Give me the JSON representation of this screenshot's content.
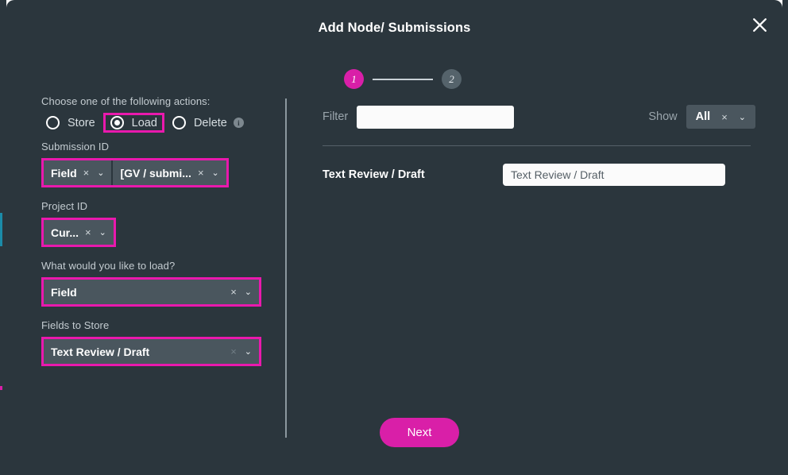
{
  "modal": {
    "title": "Add Node/ Submissions",
    "close_icon": "close-icon"
  },
  "stepper": {
    "steps": [
      {
        "label": "1",
        "state": "active"
      },
      {
        "label": "2",
        "state": "inactive"
      }
    ]
  },
  "left_panel": {
    "actions_label": "Choose one of the following actions:",
    "radios": [
      {
        "label": "Store",
        "checked": false,
        "highlighted": false
      },
      {
        "label": "Load",
        "checked": true,
        "highlighted": true
      },
      {
        "label": "Delete",
        "checked": false,
        "highlighted": false,
        "info": "i"
      }
    ],
    "submission_id": {
      "label": "Submission ID",
      "select_a": "Field",
      "select_b": "[GV / submi...",
      "clear_icon": "×",
      "chevron_icon": "⌄"
    },
    "project_id": {
      "label": "Project ID",
      "value": "Cur..."
    },
    "what_to_load": {
      "label": "What would you like to load?",
      "value": "Field"
    },
    "fields_to_store": {
      "label": "Fields to Store",
      "value": "Text Review / Draft"
    }
  },
  "right_panel": {
    "filter_label": "Filter",
    "filter_value": "",
    "filter_placeholder": "",
    "show_label": "Show",
    "show_value": "All",
    "mapping_rows": [
      {
        "label": "Text Review / Draft",
        "value": "Text Review / Draft"
      }
    ]
  },
  "footer": {
    "next_label": "Next"
  },
  "colors": {
    "accent": "#d91fa8",
    "highlight_outline": "#e919ad",
    "modal_bg": "#2b363d",
    "control_bg": "#4a565e"
  }
}
